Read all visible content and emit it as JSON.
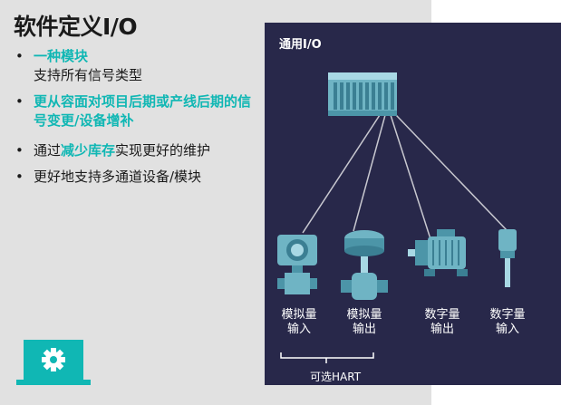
{
  "slide": {
    "title": "软件定义I/O",
    "bullets": {
      "b1_highlight": "一种模块",
      "b1_rest": "支持所有信号类型",
      "b2_highlight": "更从容面对项目后期或产线后期的信号变更/设备增补",
      "b3_pre": "通过",
      "b3_highlight": "减少库存",
      "b3_post": "实现更好的维护",
      "b4": "更好地支持多通道设备/模块"
    }
  },
  "diagram": {
    "title": "通用I/O",
    "devices": [
      {
        "line1": "模拟量",
        "line2": "输入"
      },
      {
        "line1": "模拟量",
        "line2": "输出"
      },
      {
        "line1": "数字量",
        "line2": "输出"
      },
      {
        "line1": "数字量",
        "line2": "输入"
      }
    ],
    "group_label": "可选HART"
  },
  "icons": {
    "config": "gear-icon",
    "io_module": "io-module-icon",
    "transmitter": "pressure-transmitter-icon",
    "valve": "control-valve-icon",
    "motor": "motor-icon",
    "level_switch": "level-sensor-icon"
  },
  "colors": {
    "accent": "#10b7b4",
    "panel_bg": "#28284a",
    "left_bg": "#e1e1e1"
  }
}
